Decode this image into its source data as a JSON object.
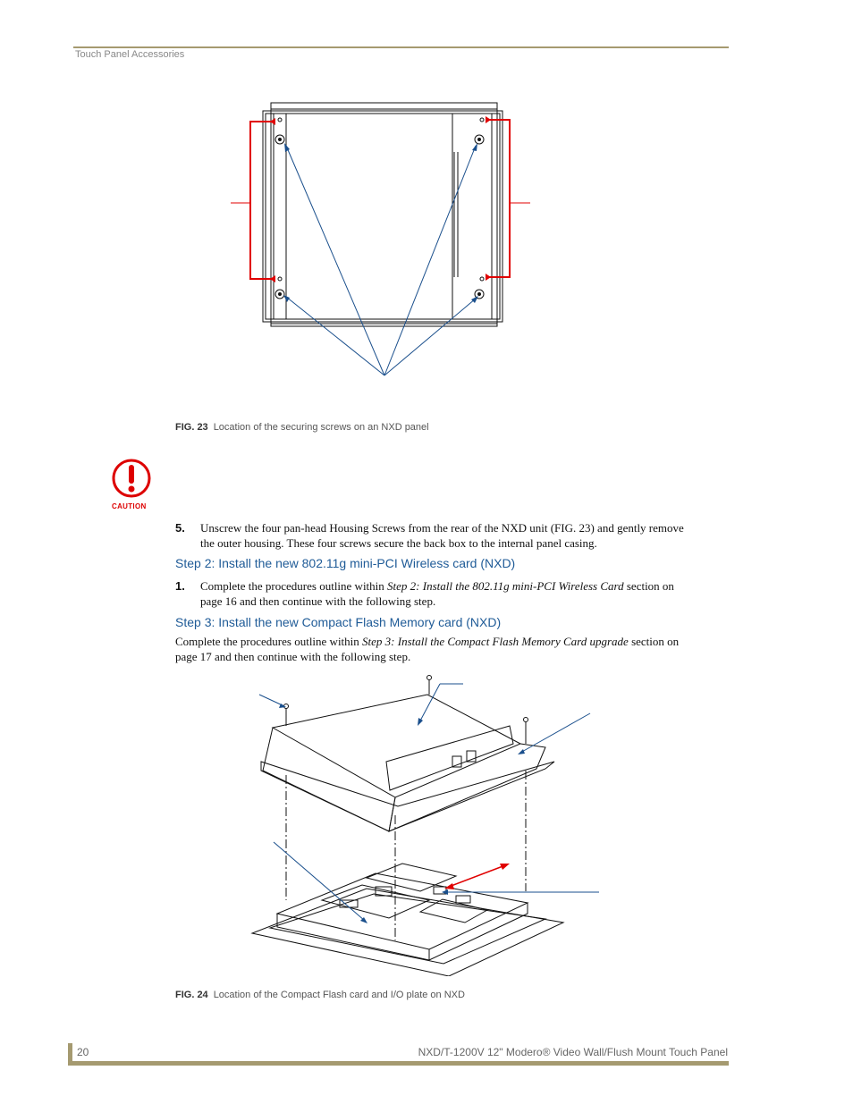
{
  "header": {
    "section_title": "Touch Panel Accessories"
  },
  "figure23": {
    "number": "FIG. 23",
    "caption": "Location of the securing screws on an NXD panel"
  },
  "caution": {
    "label": "CAUTION"
  },
  "step5": {
    "number": "5.",
    "text_line1": "Unscrew the four pan-head Housing Screws from the rear of the NXD unit (FIG. 23) and gently remove",
    "text_line2": "the outer housing. These four screws secure the back box to the internal panel casing."
  },
  "section2": {
    "heading": "Step 2: Install the new 802.11g mini-PCI Wireless card (NXD)",
    "number": "1.",
    "pre": "Complete the procedures outline within ",
    "italic": "Step 2: Install the 802.11g mini-PCI Wireless Card",
    "post": " section on",
    "line2": "page 16 and then continue with the following step."
  },
  "section3": {
    "heading": "Step 3: Install the new Compact Flash Memory card (NXD)",
    "pre": "Complete the procedures outline within ",
    "italic": "Step 3: Install the Compact Flash Memory Card upgrade",
    "post": " section on",
    "line2": "page 17 and then continue with the following step."
  },
  "figure24": {
    "number": "FIG. 24",
    "caption": "Location of the Compact Flash card and I/O plate on NXD"
  },
  "footer": {
    "page_number": "20",
    "doc_title": "NXD/T-1200V 12\" Modero® Video Wall/Flush Mount Touch Panel"
  },
  "colors": {
    "accent_rule": "#a59a70",
    "heading_blue": "#1f5b97",
    "arrow_blue": "#1a4f8c",
    "arrow_red": "#e00000"
  }
}
